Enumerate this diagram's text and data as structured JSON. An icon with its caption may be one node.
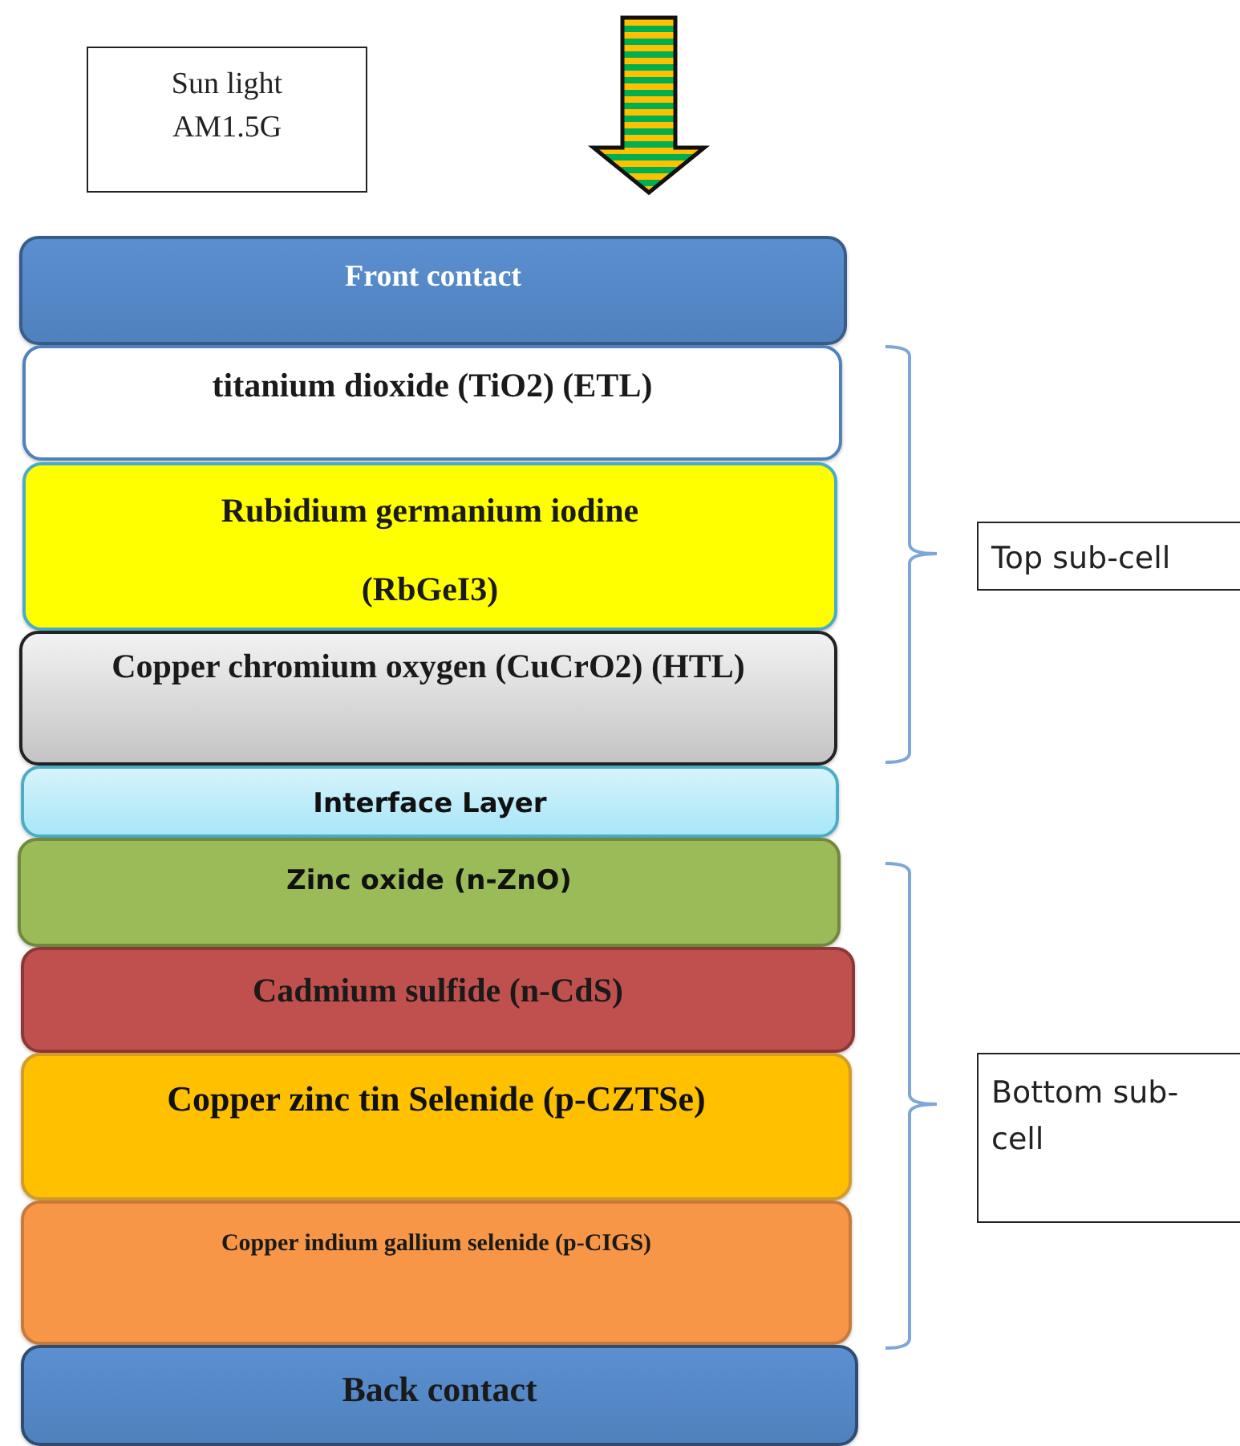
{
  "diagram": {
    "nodes": [
      {
        "text": [
          "Sun light AM1.5G"
        ]
      },
      {
        "text": [
          "Front contact"
        ]
      },
      {
        "text": [
          "titanium dioxide (TiO2) (ETL)"
        ]
      },
      {
        "text": [
          "Rubidium germanium iodine (RbGeI3)"
        ]
      },
      {
        "text": [
          "Copper chromium oxygen (CuCrO2) (HTL)"
        ]
      },
      {
        "text": [
          "Interface Layer"
        ]
      },
      {
        "text": [
          "Zinc oxide (n-ZnO)"
        ]
      },
      {
        "text": [
          "Cadmium sulfide (n-CdS)"
        ]
      },
      {
        "text": [
          "Copper zinc tin Selenide (p-CZTSe)"
        ]
      },
      {
        "text": [
          "Copper indium gallium selenide (p-CIGS)"
        ]
      },
      {
        "text": [
          "Back contact"
        ]
      },
      {
        "text": [
          "Top sub-cell"
        ]
      },
      {
        "text": [
          "Bottom sub-cell"
        ]
      }
    ]
  }
}
